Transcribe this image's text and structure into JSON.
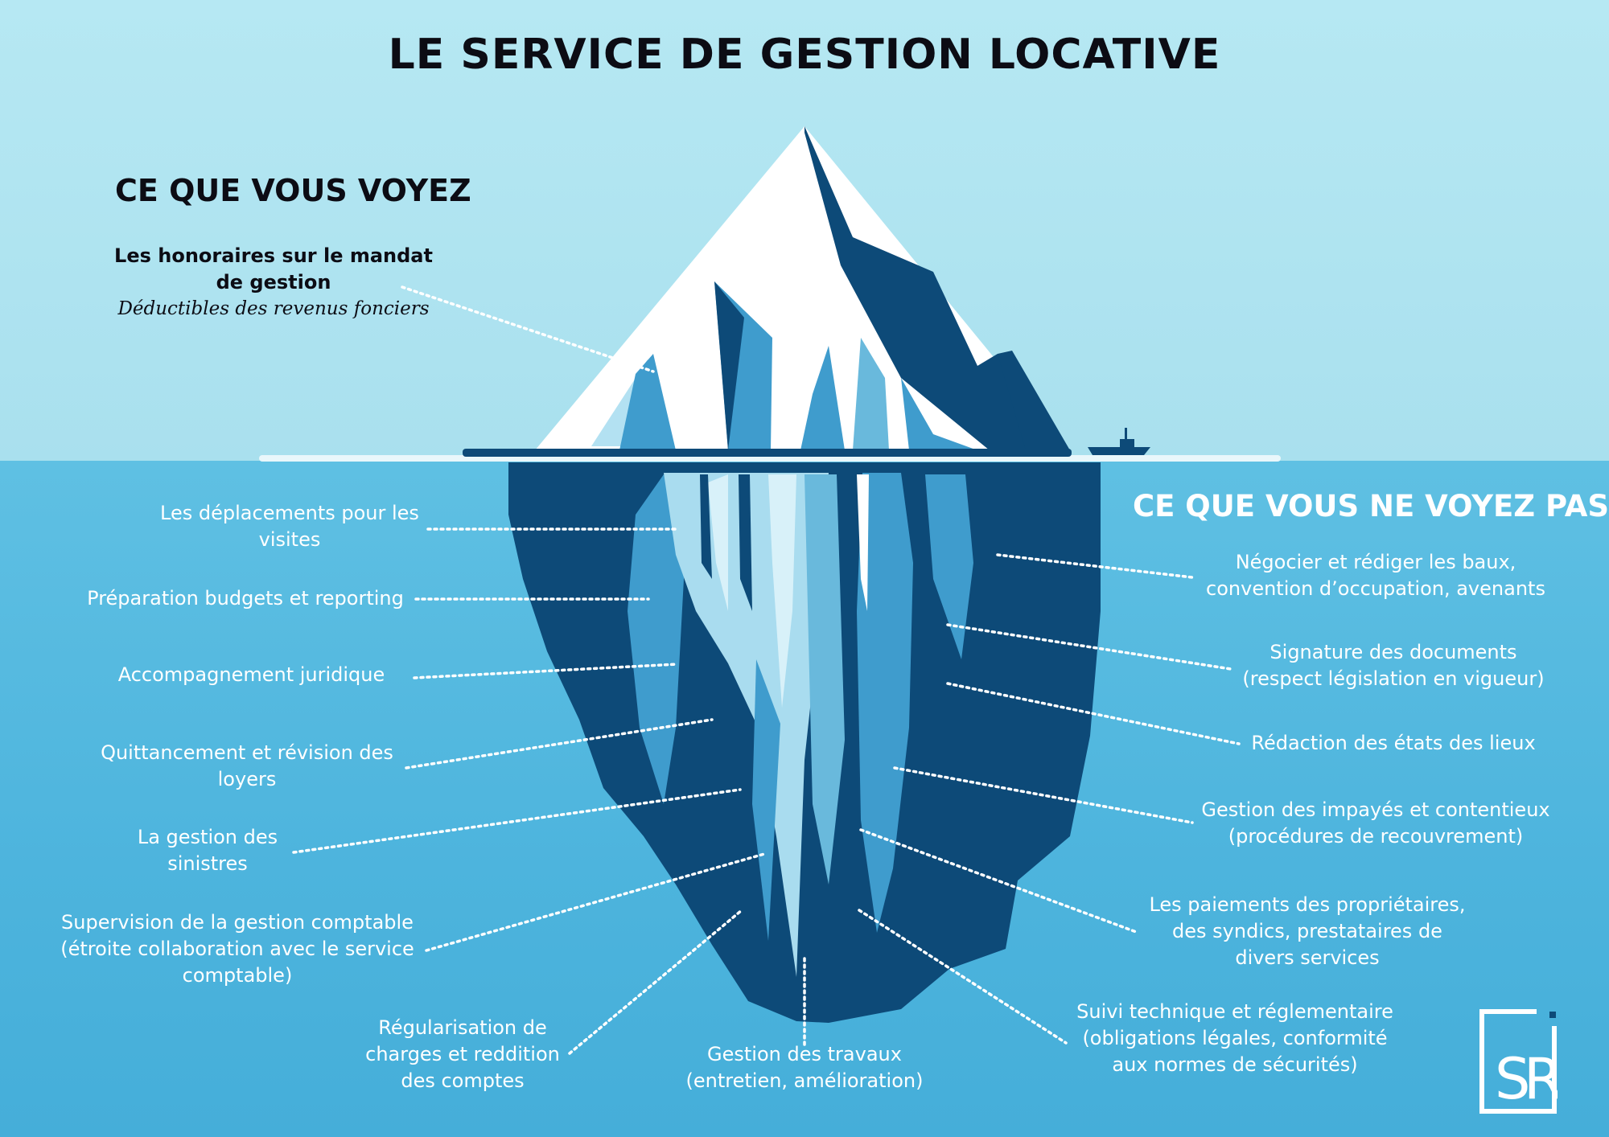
{
  "title": "LE SERVICE DE GESTION LOCATIVE",
  "visible": {
    "heading": "CE QUE VOUS VOYEZ",
    "fee_title_line1": "Les honoraires sur le mandat",
    "fee_title_line2": "de gestion",
    "fee_subtitle": "Déductibles des revenus fonciers"
  },
  "hidden": {
    "heading": "CE QUE VOUS NE VOYEZ PAS",
    "left": [
      {
        "l1": "Les déplacements pour les",
        "l2": "visites"
      },
      {
        "l1": "Préparation budgets et reporting",
        "l2": ""
      },
      {
        "l1": "Accompagnement juridique",
        "l2": ""
      },
      {
        "l1": "Quittancement et révision des",
        "l2": "loyers"
      },
      {
        "l1": "La gestion des",
        "l2": "sinistres"
      },
      {
        "l1": "Supervision de la gestion comptable",
        "l2": "(étroite collaboration avec le service",
        "l3": "comptable)"
      },
      {
        "l1": "Régularisation de",
        "l2": "charges et reddition",
        "l3": "des comptes"
      }
    ],
    "bottom": {
      "l1": "Gestion des travaux",
      "l2": "(entretien, amélioration)"
    },
    "right": [
      {
        "l1": "Négocier et rédiger les baux,",
        "l2": "convention d’occupation, avenants"
      },
      {
        "l1": "Signature des documents",
        "l2": "(respect législation en vigueur)"
      },
      {
        "l1": "Rédaction des états des lieux",
        "l2": ""
      },
      {
        "l1": "Gestion des impayés et contentieux",
        "l2": "(procédures de recouvrement)"
      },
      {
        "l1": "Les paiements des propriétaires,",
        "l2": "des syndics, prestataires de",
        "l3": "divers services"
      },
      {
        "l1": "Suivi technique et réglementaire",
        "l2": "(obligations légales, conformité",
        "l3": "aux normes de sécurités)"
      }
    ]
  },
  "colors": {
    "dark_navy": "#0d4a78",
    "mid_blue": "#3f9ccd",
    "light_blue": "#a9dcef",
    "white": "#ffffff",
    "sky": "#b6e8f3",
    "sea": "#4db4dd"
  },
  "logo": {
    "letters": "SRI"
  }
}
